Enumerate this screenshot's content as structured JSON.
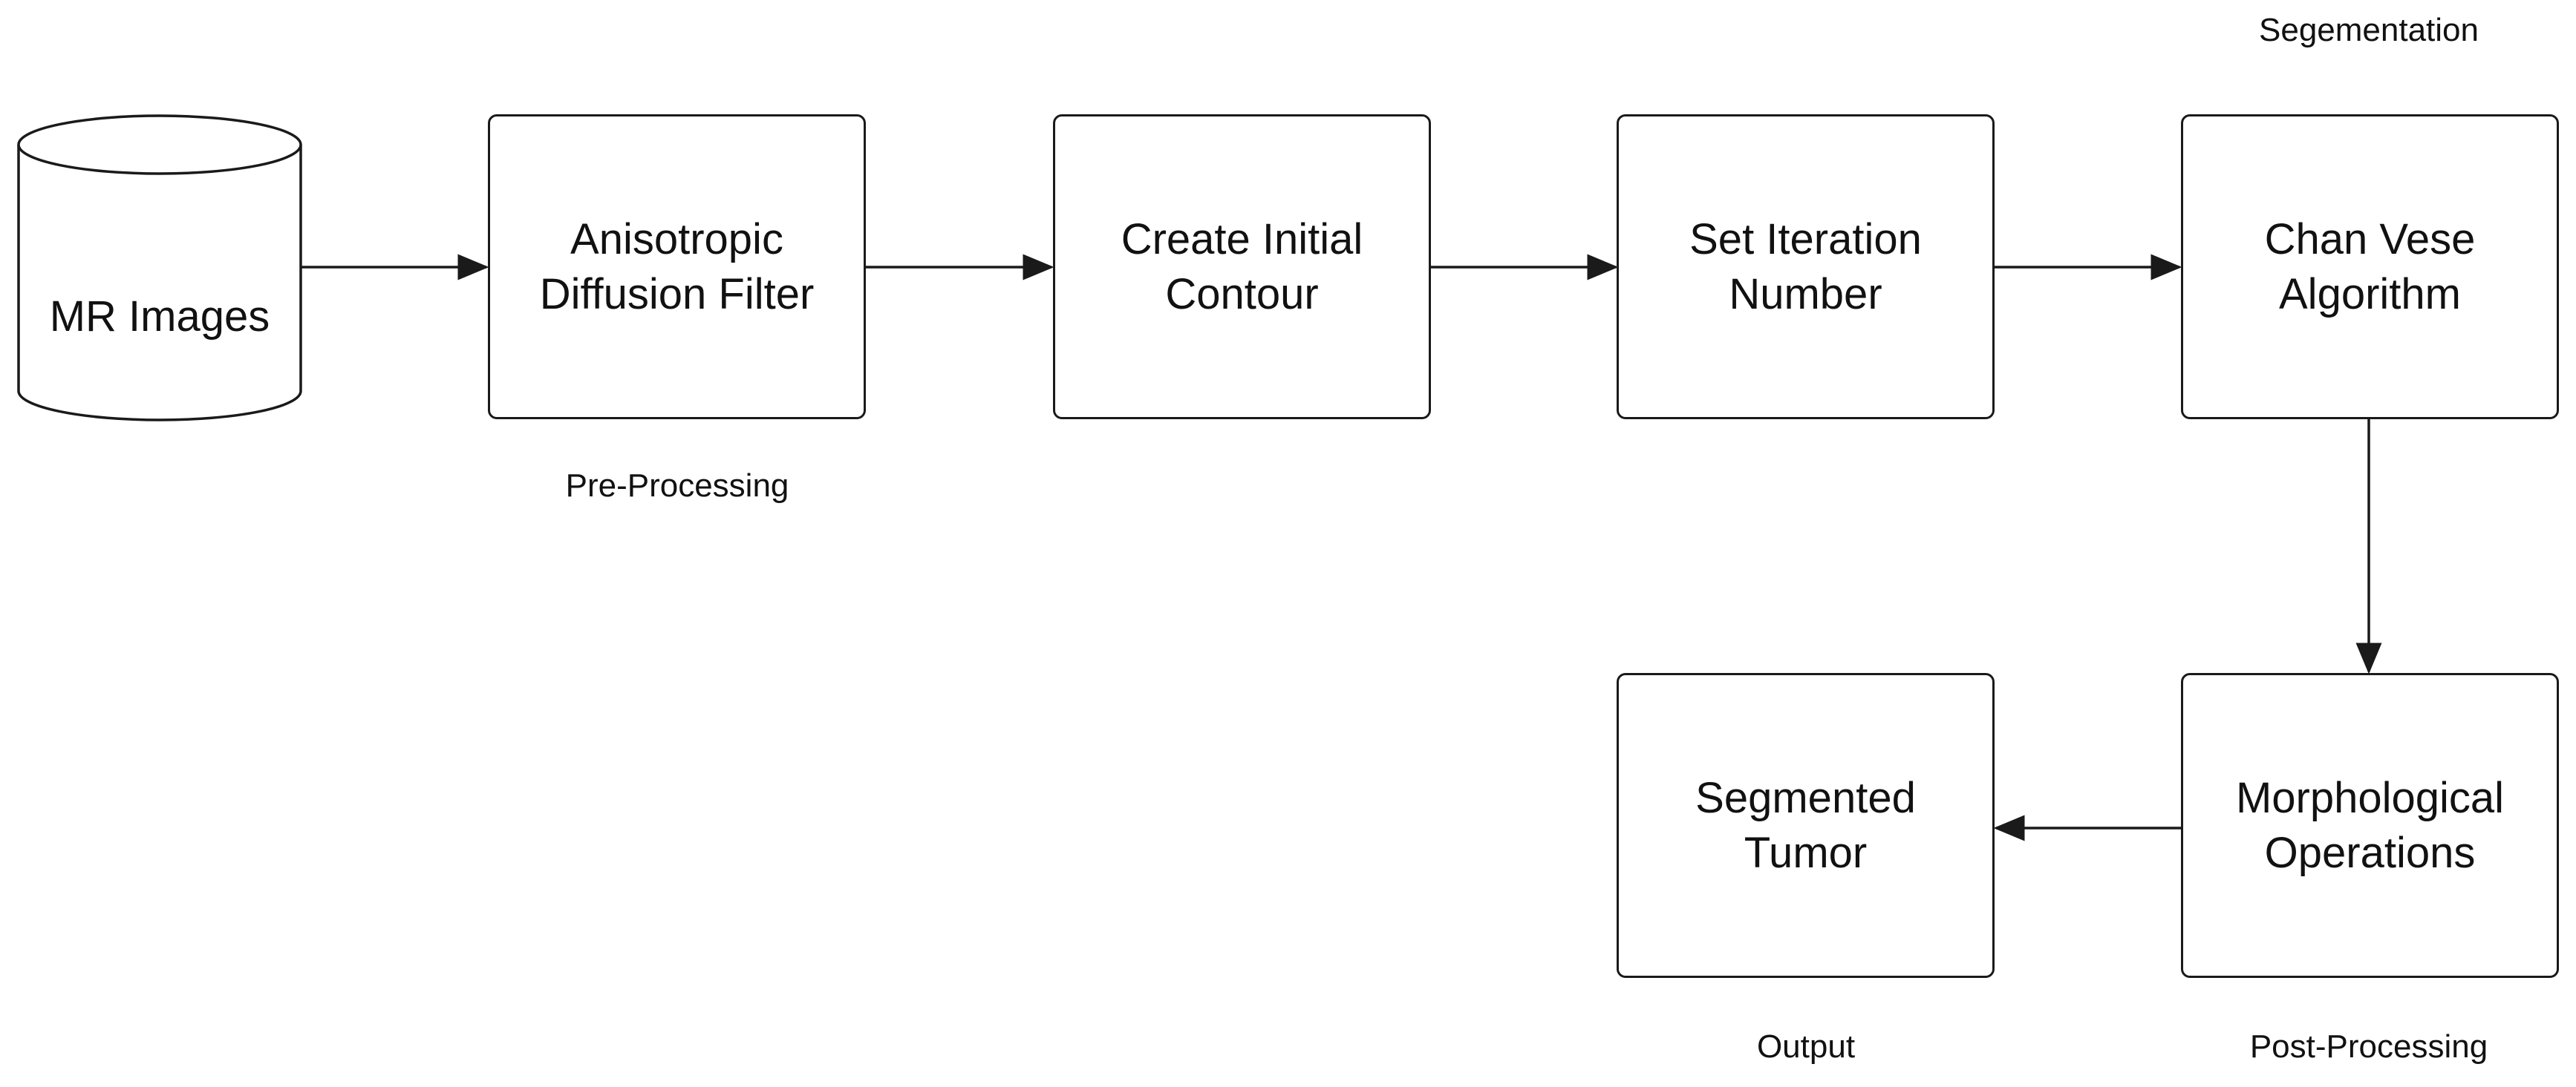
{
  "nodes": {
    "mr_images": {
      "label": "MR Images"
    },
    "anisotropic": {
      "line1": "Anisotropic",
      "line2": "Diffusion Filter"
    },
    "initial_contour": {
      "line1": "Create Initial",
      "line2": "Contour"
    },
    "iteration": {
      "line1": "Set Iteration",
      "line2": "Number"
    },
    "chan_vese": {
      "line1": "Chan Vese",
      "line2": "Algorithm"
    },
    "morphological": {
      "line1": "Morphological",
      "line2": "Operations"
    },
    "segmented": {
      "line1": "Segmented",
      "line2": "Tumor"
    }
  },
  "stages": {
    "pre_processing": "Pre-Processing",
    "segmentation": "Segementation",
    "post_processing": "Post-Processing",
    "output": "Output"
  },
  "edges": [
    {
      "from": "mr_images",
      "to": "anisotropic"
    },
    {
      "from": "anisotropic",
      "to": "initial_contour"
    },
    {
      "from": "initial_contour",
      "to": "iteration"
    },
    {
      "from": "iteration",
      "to": "chan_vese"
    },
    {
      "from": "chan_vese",
      "to": "morphological"
    },
    {
      "from": "morphological",
      "to": "segmented"
    }
  ],
  "colors": {
    "stroke": "#1a1a1a",
    "background": "#ffffff",
    "text": "#111111"
  }
}
